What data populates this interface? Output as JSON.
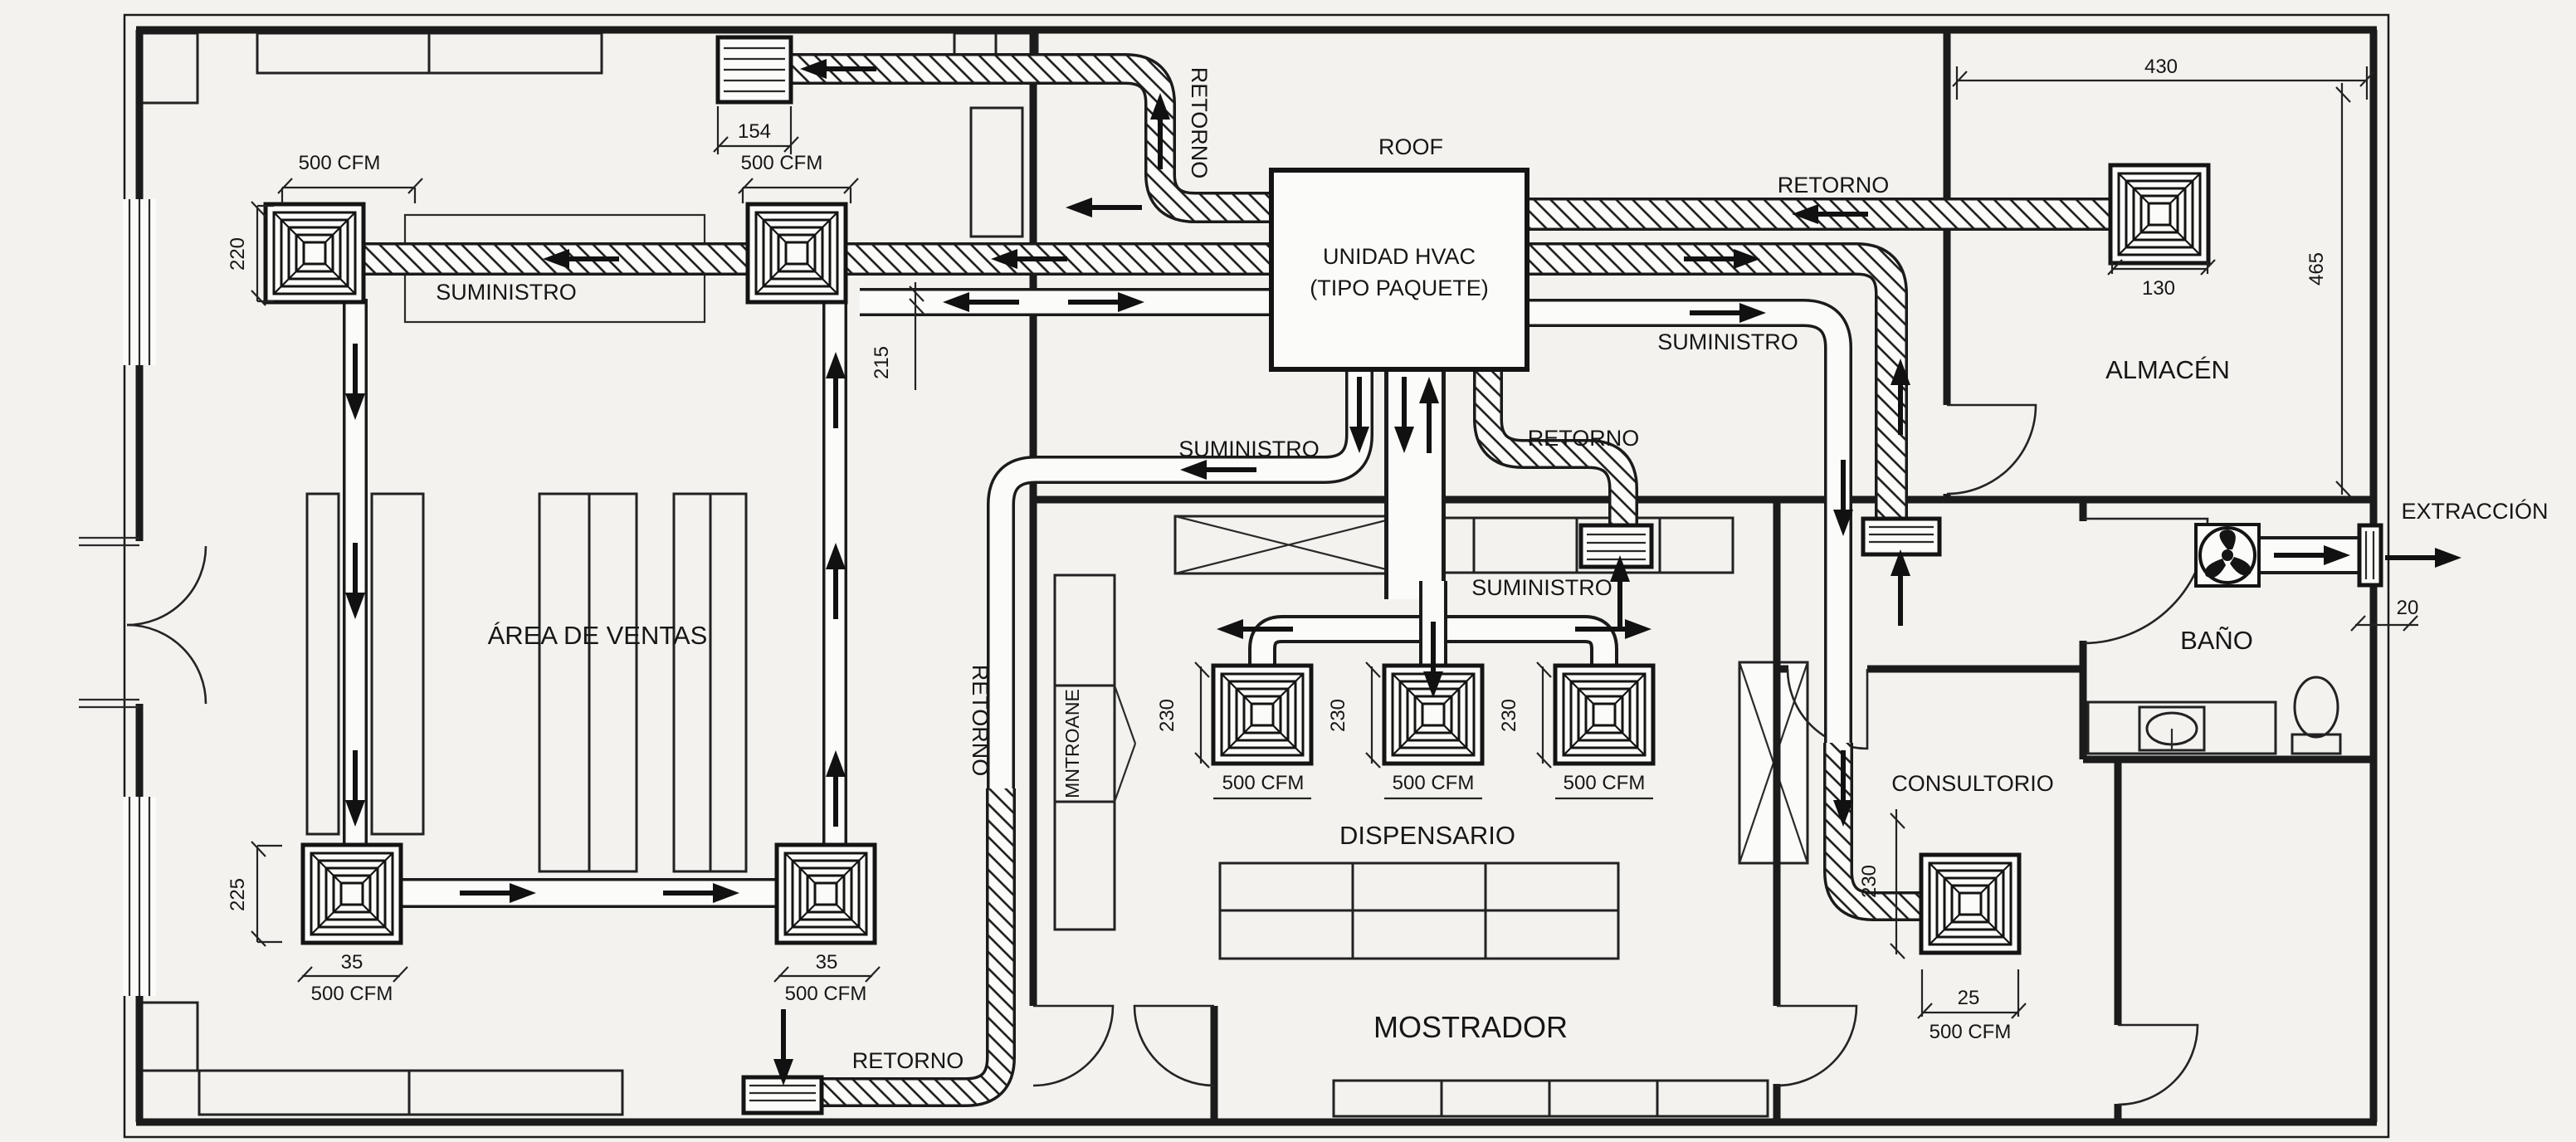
{
  "drawing": {
    "rooms": {
      "sales": "ÁREA DE VENTAS",
      "dispensary": "DISPENSARIO",
      "counter": "MOSTRADOR",
      "storage": "ALMACÉN",
      "bathroom": "BAÑO",
      "office": "CONSULTORIO",
      "roof": "ROOF",
      "shaft": "MNTROANE"
    },
    "hvac": {
      "name_line1": "UNIDAD HVAC",
      "name_line2": "(TIPO PAQUETE)"
    },
    "flows": {
      "supply": "SUMINISTRO",
      "return": "RETORNO",
      "exhaust": "EXTRACCIÓN"
    },
    "airflow": "500 CFM",
    "dims": {
      "d220": "220",
      "d225": "225",
      "d230": "230",
      "d215": "215",
      "d154": "154",
      "d130": "130",
      "d430": "430",
      "d465": "465",
      "d35": "35",
      "d25": "25",
      "d20": "20"
    },
    "colors": {
      "ink": "#1b1b1b",
      "paper": "#f3f2ee"
    }
  }
}
